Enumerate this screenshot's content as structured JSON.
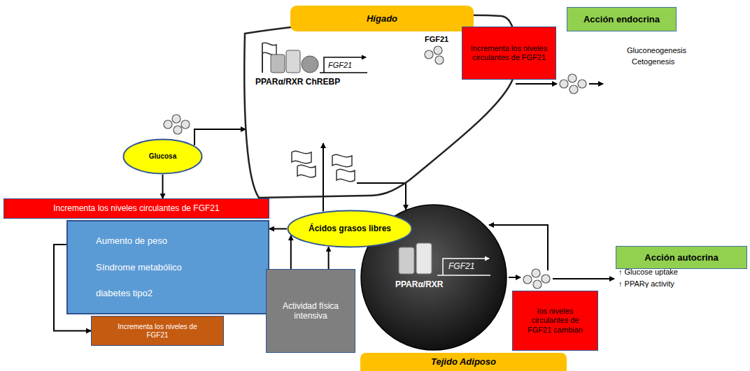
{
  "diagram": {
    "nodes": [
      {
        "text": [
          "Hígado"
        ]
      },
      {
        "text": [
          "FGF21",
          "PPARα/RXR ChREBP",
          "FGF21"
        ]
      },
      {
        "text": [
          "Incrementa los niveles circulantes de FGF21"
        ]
      },
      {
        "text": [
          "Acción endocrina"
        ]
      },
      {
        "text": [
          "Glucosa"
        ]
      },
      {
        "text": [
          "Incrementa los niveles circulantes de FGF21"
        ]
      },
      {
        "text": [
          "Aumento de peso",
          "Síndrome metabólico",
          "diabetes tipo2"
        ]
      },
      {
        "text": [
          "Incrementa los niveles de FGF21"
        ]
      },
      {
        "text": [
          "Ácidos grasos libres"
        ]
      },
      {
        "text": [
          "Actividad física intensiva"
        ]
      },
      {
        "text": [
          "FGF21",
          "PPARα/RXR"
        ]
      },
      {
        "text": [
          "los niveles circulantes de FGF21 cambian"
        ]
      },
      {
        "text": [
          "Tejido Adiposo"
        ]
      },
      {
        "text": [
          "Acción autocrina"
        ]
      }
    ],
    "edges": [
      {
        "from": 4,
        "to": 1,
        "arrow": "to"
      },
      {
        "from": 4,
        "to": 5,
        "arrow": "to"
      },
      {
        "from": 8,
        "to": 1,
        "arrow": "to"
      },
      {
        "from": 8,
        "to": 6,
        "arrow": "to"
      },
      {
        "from": 9,
        "to": 8,
        "arrow": "to"
      },
      {
        "from": 9,
        "to": 8,
        "arrow": "to"
      },
      {
        "from": 6,
        "to": 7,
        "arrow": "to"
      },
      {
        "from": 1,
        "to": 10,
        "arrow": "to"
      }
    ],
    "labels": [
      "Gluconeogenesis",
      "Cetogenesis",
      "↑ Glucose uptake",
      "↑ PPARγ activity"
    ]
  }
}
